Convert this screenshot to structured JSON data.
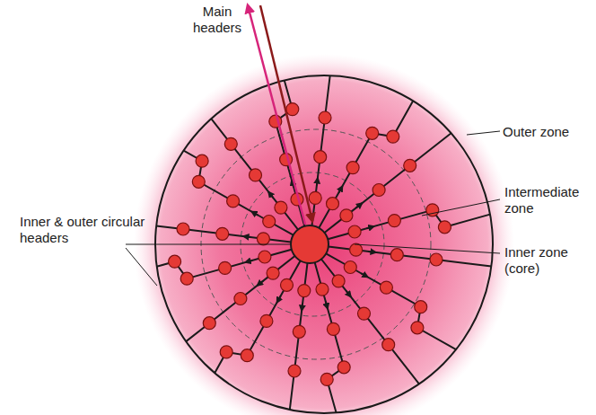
{
  "diagram": {
    "labels": [
      "Main headers",
      "Outer zone",
      "Intermediate zone",
      "Inner & outer circular headers",
      "Inner zone (core)"
    ]
  }
}
